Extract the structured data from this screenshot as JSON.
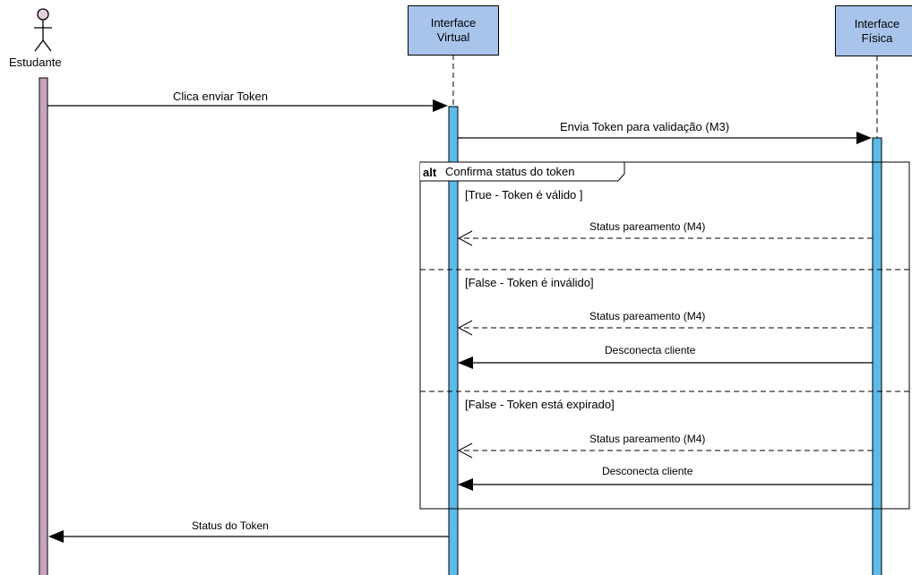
{
  "actor": {
    "name": "Estudante"
  },
  "participants": [
    {
      "line1": "Interface",
      "line2": "Virtual"
    },
    {
      "line1": "Interface",
      "line2": "Física"
    }
  ],
  "messages": {
    "m1": "Clica enviar Token",
    "m2": "Envia Token para validação (M3)",
    "m3": "Status pareamento (M4)",
    "m4": "Status pareamento (M4)",
    "m5": "Desconecta cliente",
    "m6": "Status pareamento (M4)",
    "m7": "Desconecta cliente",
    "m8": "Status do Token"
  },
  "fragment": {
    "operator": "alt",
    "title": "Confirma status do token",
    "guards": [
      "[True - Token é válido ]",
      "[False - Token é inválido]",
      "[False - Token está expirado]"
    ]
  },
  "colors": {
    "actor_activation": "#c7a3c1",
    "participant_box": "#a9c4eb",
    "activation_bar": "#5cbbe8"
  }
}
